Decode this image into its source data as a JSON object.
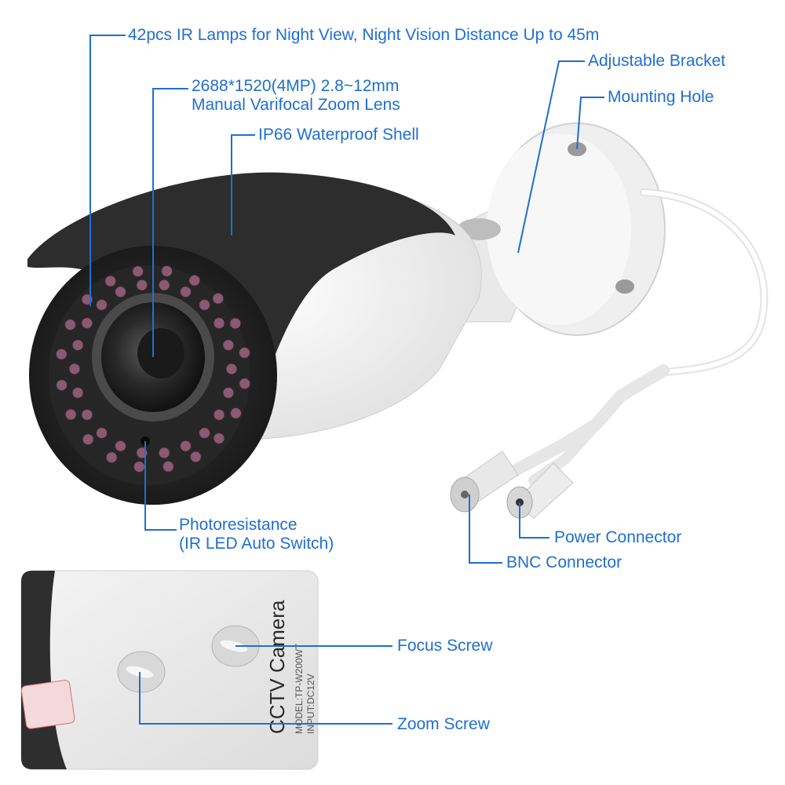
{
  "callouts": {
    "ir_lamps": "42pcs IR Lamps for Night View, Night Vision Distance Up to 45m",
    "lens_line1": "2688*1520(4MP) 2.8~12mm",
    "lens_line2": "Manual Varifocal Zoom Lens",
    "shell": "IP66 Waterproof Shell",
    "bracket": "Adjustable Bracket",
    "mounting_hole": "Mounting Hole",
    "photo_line1": "Photoresistance",
    "photo_line2": "(IR LED Auto Switch)",
    "power": "Power Connector",
    "bnc": "BNC Connector",
    "focus": "Focus Screw",
    "zoom": "Zoom Screw"
  },
  "inset_text": {
    "brand": "CCTV Camera",
    "model": "MODEL:TP-W200WT",
    "input": "INPUT:DC12V"
  },
  "colors": {
    "callout": "#1f6fd1",
    "shell_dark": "#2b2b2b",
    "body_white": "#f2f2f2",
    "led": "#8a5a70"
  }
}
